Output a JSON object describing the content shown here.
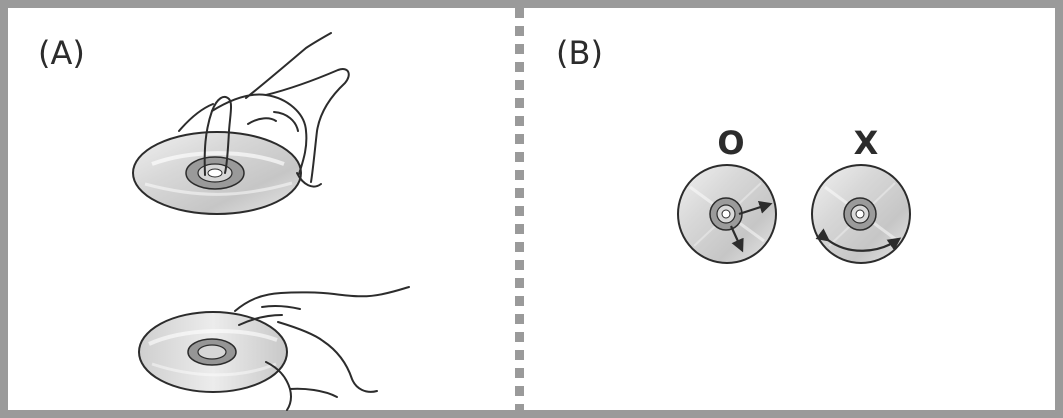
{
  "panels": {
    "a": {
      "label": "(A)"
    },
    "b": {
      "label": "(B)",
      "correct_mark": "O",
      "incorrect_mark": "X"
    }
  },
  "icons": {
    "disc_top": "cd-disc-icon",
    "disc_bottom": "cd-disc-icon",
    "hand": "hand-icon",
    "arrow": "arrow-icon"
  },
  "colors": {
    "frame": "#9a9a9a",
    "ink": "#2c2c2c",
    "disc_light": "#dedede",
    "disc_mid": "#b9b9b9",
    "disc_dark": "#8f8f8f"
  }
}
